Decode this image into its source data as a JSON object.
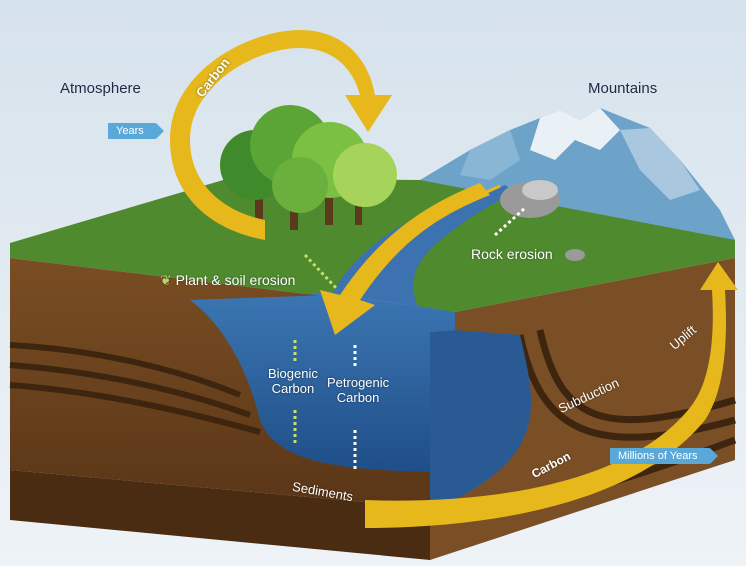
{
  "labels": {
    "atmosphere": "Atmosphere",
    "mountains": "Mountains",
    "years": "Years",
    "millions_of_years": "Millions of Years",
    "carbon_top": "Carbon",
    "carbon_bottom": "Carbon",
    "plant_soil_erosion": "Plant & soil erosion",
    "rock_erosion": "Rock erosion",
    "biogenic_carbon_1": "Biogenic",
    "biogenic_carbon_2": "Carbon",
    "petrogenic_carbon_1": "Petrogenic",
    "petrogenic_carbon_2": "Carbon",
    "uplift": "Uplift",
    "subduction": "Subduction",
    "sediments": "Sediments"
  },
  "colors": {
    "sky_top": "#d9e4ee",
    "sky_bottom": "#eef3f7",
    "grass": "#4f8a2f",
    "soil": "#6b4420",
    "water": "#2f5f98",
    "arrow": "#e6b81b",
    "tag": "#5aa8d8"
  }
}
